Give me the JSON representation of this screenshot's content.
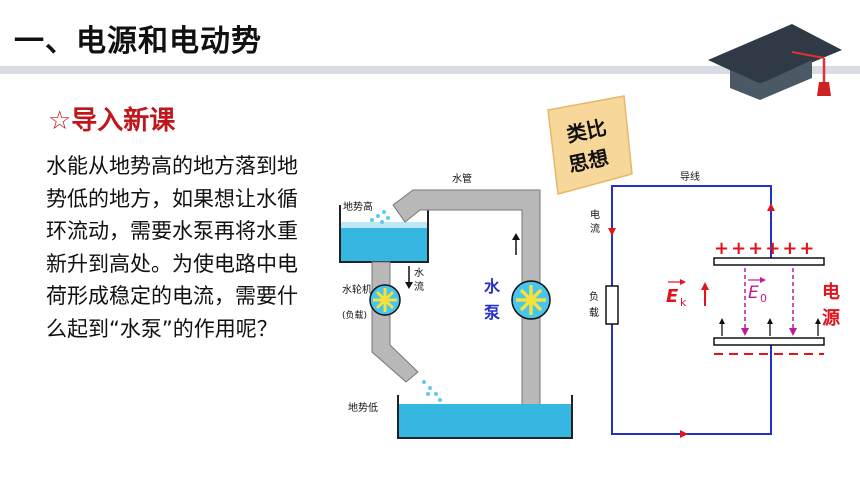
{
  "header": {
    "title": "一、电源和电动势"
  },
  "section": {
    "subtitle": "☆导入新课"
  },
  "body": {
    "paragraph": "水能从地势高的地方落到地势低的地方，如果想让水循环流动，需要水泵再将水重新升到高处。为使电路中电荷形成稳定的电流，需要什么起到“水泵”的作用呢？"
  },
  "badge": {
    "line1": "类比",
    "line2": "思想"
  },
  "water_diagram": {
    "pipe_label": "水管",
    "high_label": "地势高",
    "low_label": "地势低",
    "flow_label_1": "水",
    "flow_label_2": "流",
    "turbine_label": "水轮机",
    "turbine_sub": "(负载)",
    "pump_label_1": "水",
    "pump_label_2": "泵"
  },
  "circuit_diagram": {
    "wire_label": "导线",
    "current_label_1": "电",
    "current_label_2": "流",
    "load_label_1": "负",
    "load_label_2": "载",
    "source_label_1": "电",
    "source_label_2": "源",
    "plus_signs": "++++++",
    "ek_label": "E",
    "ek_sub": "k",
    "e0_label": "E",
    "e0_sub": "0"
  },
  "colors": {
    "title_red": "#c0161b",
    "water_blue": "#1fa8d8",
    "circuit_blue": "#2430c8",
    "red": "#e0141c",
    "magenta": "#c4189c",
    "badge_bg": "#f7d79a"
  },
  "icons": [
    "graduation-cap-icon",
    "turbine-icon",
    "pump-icon"
  ]
}
